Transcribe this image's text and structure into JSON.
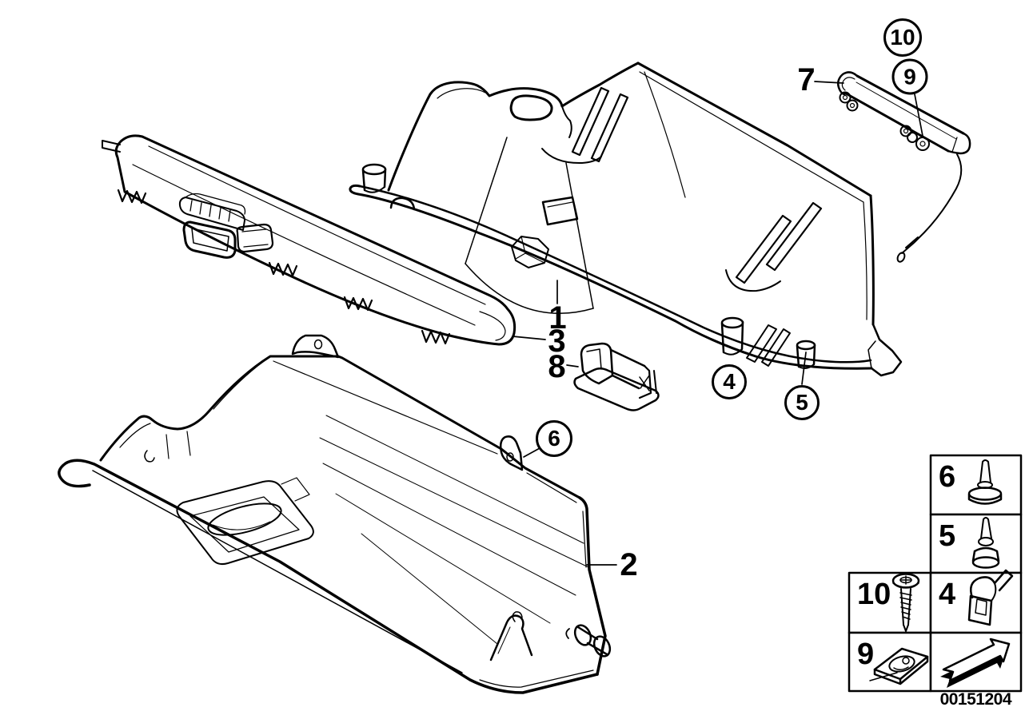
{
  "diagram": {
    "subject": "Glove box exploded parts drawing",
    "drawing_number": "00151204",
    "background_color": "#ffffff",
    "line_color": "#000000"
  },
  "callouts": {
    "plain": [
      {
        "id": "1"
      },
      {
        "id": "3"
      },
      {
        "id": "8"
      },
      {
        "id": "2"
      },
      {
        "id": "7"
      }
    ],
    "circled": [
      {
        "id": "10"
      },
      {
        "id": "9"
      },
      {
        "id": "4"
      },
      {
        "id": "5"
      },
      {
        "id": "6"
      }
    ]
  },
  "legend": {
    "cells": [
      {
        "label": "6",
        "icon": "expansion-rivet-icon"
      },
      {
        "label": "5",
        "icon": "expansion-rivet-grommet-icon"
      },
      {
        "label": "10",
        "icon": "screw-icon"
      },
      {
        "label": "4",
        "icon": "clip-icon"
      },
      {
        "label": "9",
        "icon": "speed-nut-icon"
      },
      {
        "label": "",
        "icon": "direction-arrow-icon"
      }
    ]
  }
}
